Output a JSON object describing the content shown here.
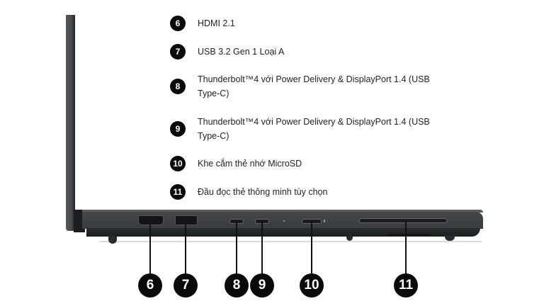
{
  "legend": {
    "items": [
      {
        "num": "6",
        "label": "HDMI 2.1"
      },
      {
        "num": "7",
        "label": "USB 3.2 Gen 1 Loại A"
      },
      {
        "num": "8",
        "label": "Thunderbolt™4 với Power Delivery & DisplayPort 1.4 (USB Type-C)"
      },
      {
        "num": "9",
        "label": "Thunderbolt™4 với Power Delivery & DisplayPort 1.4 (USB Type-C)"
      },
      {
        "num": "10",
        "label": "Khe cắm thẻ nhớ MicroSD"
      },
      {
        "num": "11",
        "label": "Đầu đọc thẻ thông minh tùy chọn"
      }
    ]
  },
  "callouts": [
    "6",
    "7",
    "8",
    "9",
    "10",
    "11"
  ],
  "colors": {
    "badge": "#0a0a0a",
    "laptop_body": "#3a3b3f",
    "laptop_dark": "#222326",
    "background": "#ffffff"
  }
}
